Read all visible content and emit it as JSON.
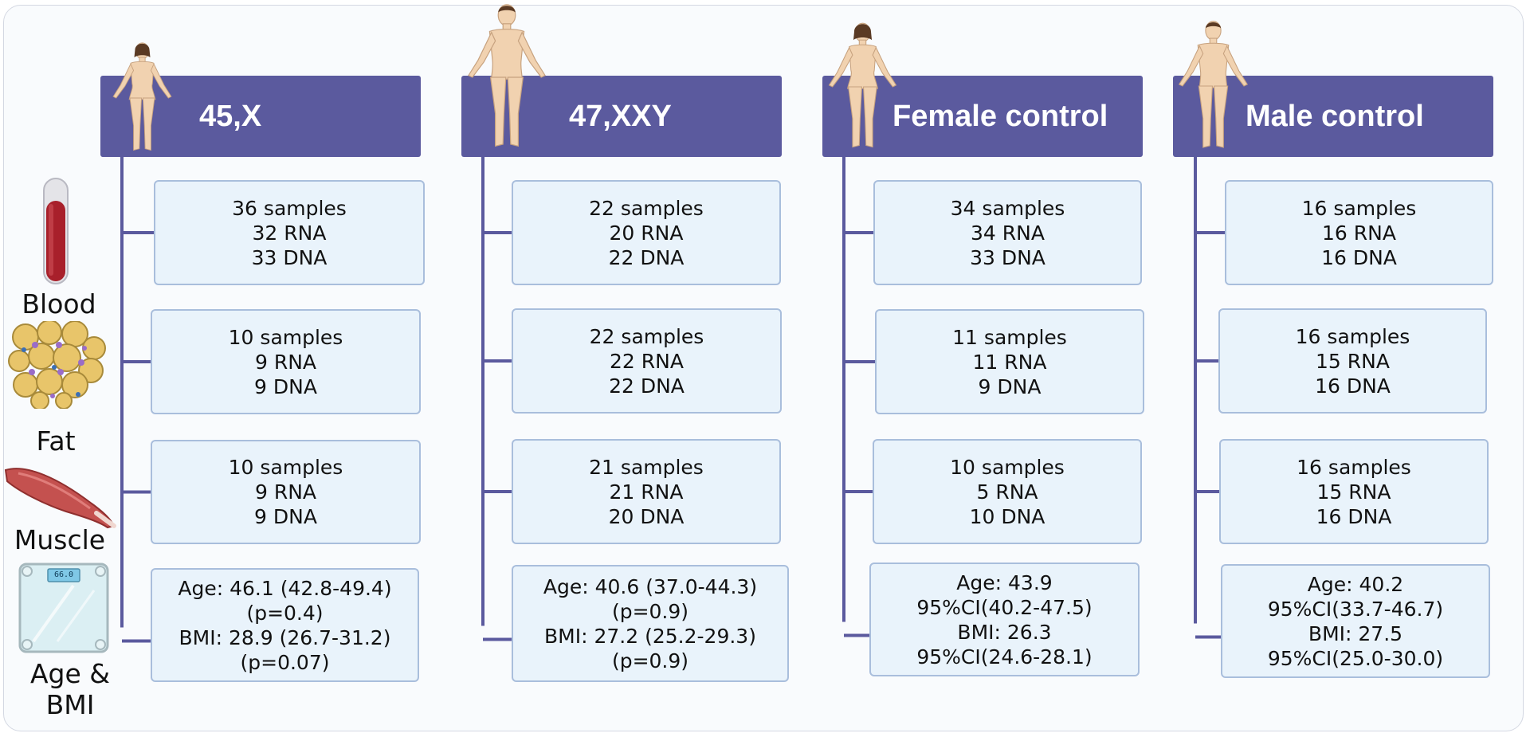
{
  "tissues": {
    "blood": "Blood",
    "fat": "Fat",
    "muscle": "Muscle",
    "age_bmi_line1": "Age &",
    "age_bmi_line2": "BMI",
    "scale_readout": "66.0"
  },
  "groups": [
    {
      "label": "45,X",
      "blood": [
        "36 samples",
        "32 RNA",
        "33 DNA"
      ],
      "fat": [
        "10 samples",
        "9 RNA",
        "9 DNA"
      ],
      "muscle": [
        "10 samples",
        "9 RNA",
        "9 DNA"
      ],
      "age_bmi": [
        "Age: 46.1 (42.8-49.4)",
        "(p=0.4)",
        "BMI: 28.9 (26.7-31.2)",
        "(p=0.07)"
      ]
    },
    {
      "label": "47,XXY",
      "blood": [
        "22 samples",
        "20 RNA",
        "22 DNA"
      ],
      "fat": [
        "22 samples",
        "22 RNA",
        "22 DNA"
      ],
      "muscle": [
        "21 samples",
        "21 RNA",
        "20 DNA"
      ],
      "age_bmi": [
        "Age: 40.6 (37.0-44.3)",
        "(p=0.9)",
        "BMI: 27.2 (25.2-29.3)",
        "(p=0.9)"
      ]
    },
    {
      "label": "Female control",
      "blood": [
        "34 samples",
        "34 RNA",
        "33 DNA"
      ],
      "fat": [
        "11 samples",
        "11 RNA",
        "9 DNA"
      ],
      "muscle": [
        "10 samples",
        "5 RNA",
        "10 DNA"
      ],
      "age_bmi": [
        "Age: 43.9",
        "95%CI(40.2-47.5)",
        "BMI: 26.3",
        "95%CI(24.6-28.1)"
      ]
    },
    {
      "label": "Male control",
      "blood": [
        "16 samples",
        "16 RNA",
        "16 DNA"
      ],
      "fat": [
        "16 samples",
        "15 RNA",
        "16 DNA"
      ],
      "muscle": [
        "16 samples",
        "15 RNA",
        "16 DNA"
      ],
      "age_bmi": [
        "Age: 40.2",
        "95%CI(33.7-46.7)",
        "BMI: 27.5",
        "95%CI(25.0-30.0)"
      ]
    }
  ],
  "colors": {
    "header": "#5b5a9e",
    "box_fill": "#e9f3fb",
    "box_border": "#a9bedc",
    "connector": "#5b5a9e",
    "skin": "#f1d2b0"
  }
}
